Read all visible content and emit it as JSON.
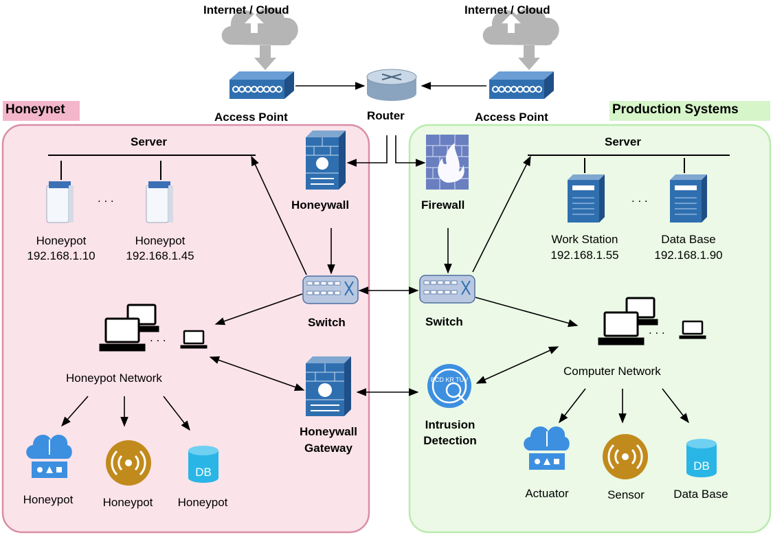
{
  "colors": {
    "honeynet_fill": "#fbe3ea",
    "honeynet_border": "#d98ea4",
    "honeynet_tag": "#f4b6cb",
    "production_fill": "#ebf9e6",
    "production_border": "#b9ebad",
    "production_tag": "#d6f5c9",
    "device_blue": "#2f6fb0",
    "cloud_gray": "#b5b5b5",
    "sensor_gold": "#c18a1c",
    "db_cyan": "#29b6e6",
    "iot_blue": "#3d8fe0"
  },
  "labels": {
    "cloud_left": "Internet / Cloud",
    "cloud_right": "Internet / Cloud",
    "ap_left": "Access Point",
    "ap_right": "Access Point",
    "router": "Router",
    "honeynet_tag": "Honeynet",
    "production_tag": "Production Systems",
    "server_left": "Server",
    "server_right": "Server",
    "honeypot_1_name": "Honeypot",
    "honeypot_1_ip": "192.168.1.10",
    "honeypot_2_name": "Honeypot",
    "honeypot_2_ip": "192.168.1.45",
    "workstation_name": "Work Station",
    "workstation_ip": "192.168.1.55",
    "database_name": "Data Base",
    "database_ip": "192.168.1.90",
    "honeywall": "Honeywall",
    "firewall": "Firewall",
    "switch_left": "Switch",
    "switch_right": "Switch",
    "honeypot_network": "Honeypot Network",
    "computer_network": "Computer Network",
    "honeywall_gateway_1": "Honeywall",
    "honeywall_gateway_2": "Gateway",
    "ids_1": "Intrusion",
    "ids_2": "Detection",
    "hp_iot_1": "Honeypot",
    "hp_iot_2": "Honeypot",
    "hp_iot_3": "Honeypot",
    "actuator": "Actuator",
    "sensor": "Sensor",
    "data_base_iot": "Data Base",
    "dots": ". . .",
    "db_text": "DB",
    "ids_glyphs": "BCD KR TUV"
  }
}
